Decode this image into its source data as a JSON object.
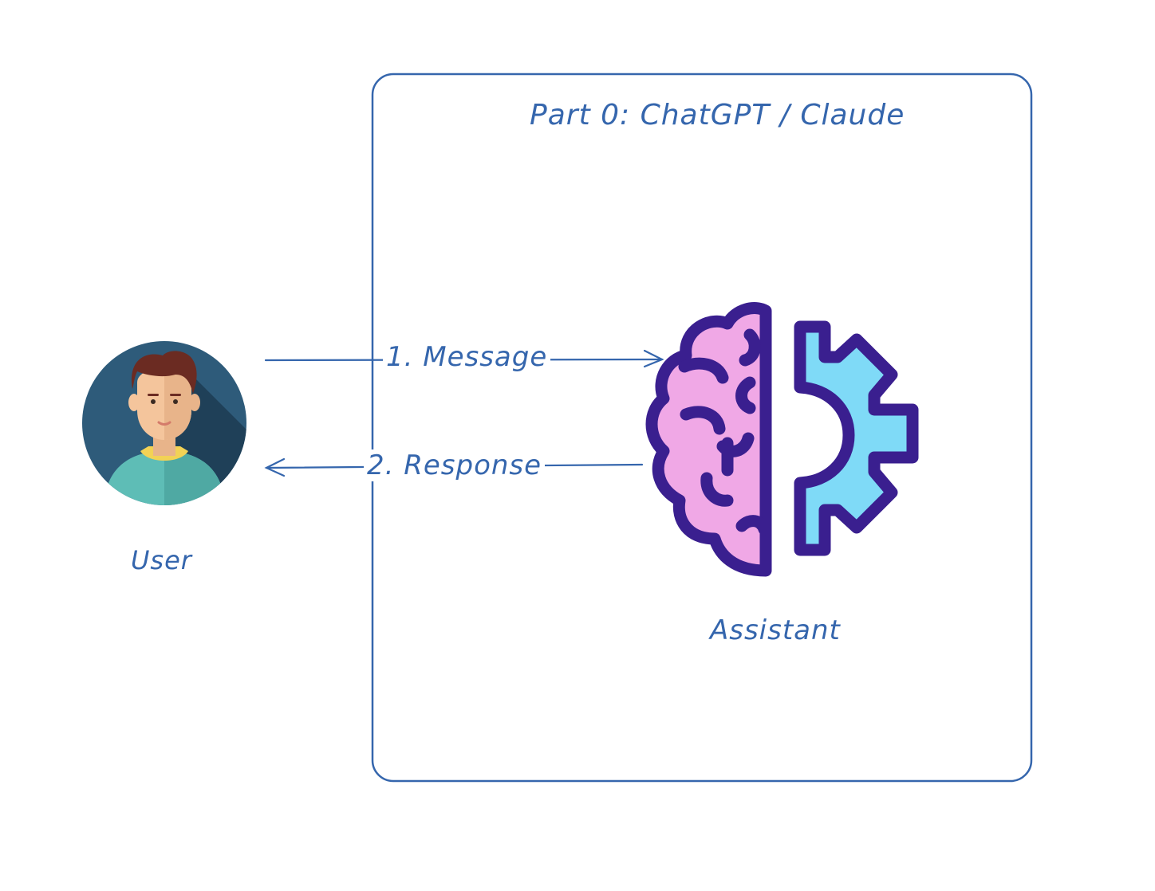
{
  "diagram": {
    "container": {
      "title": "Part 0: ChatGPT / Claude"
    },
    "nodes": {
      "user": {
        "label": "User",
        "icon": "user-avatar-icon"
      },
      "assistant": {
        "label": "Assistant",
        "icon": "brain-gear-icon"
      }
    },
    "edges": {
      "message": {
        "label": "1. Message",
        "from": "User",
        "to": "Assistant"
      },
      "response": {
        "label": "2. Response",
        "from": "Assistant",
        "to": "User"
      }
    }
  },
  "colors": {
    "stroke": "#3566ad",
    "avatar_bg": "#2e5b7a",
    "avatar_shadow": "#1f4058",
    "hair": "#6b2b22",
    "skin": "#f4c59c",
    "shirt": "#5ebdb6",
    "collar": "#f2d255",
    "brain": "#f0a8e6",
    "gear": "#7fdaf7",
    "icon_outline": "#3a1f8f"
  }
}
